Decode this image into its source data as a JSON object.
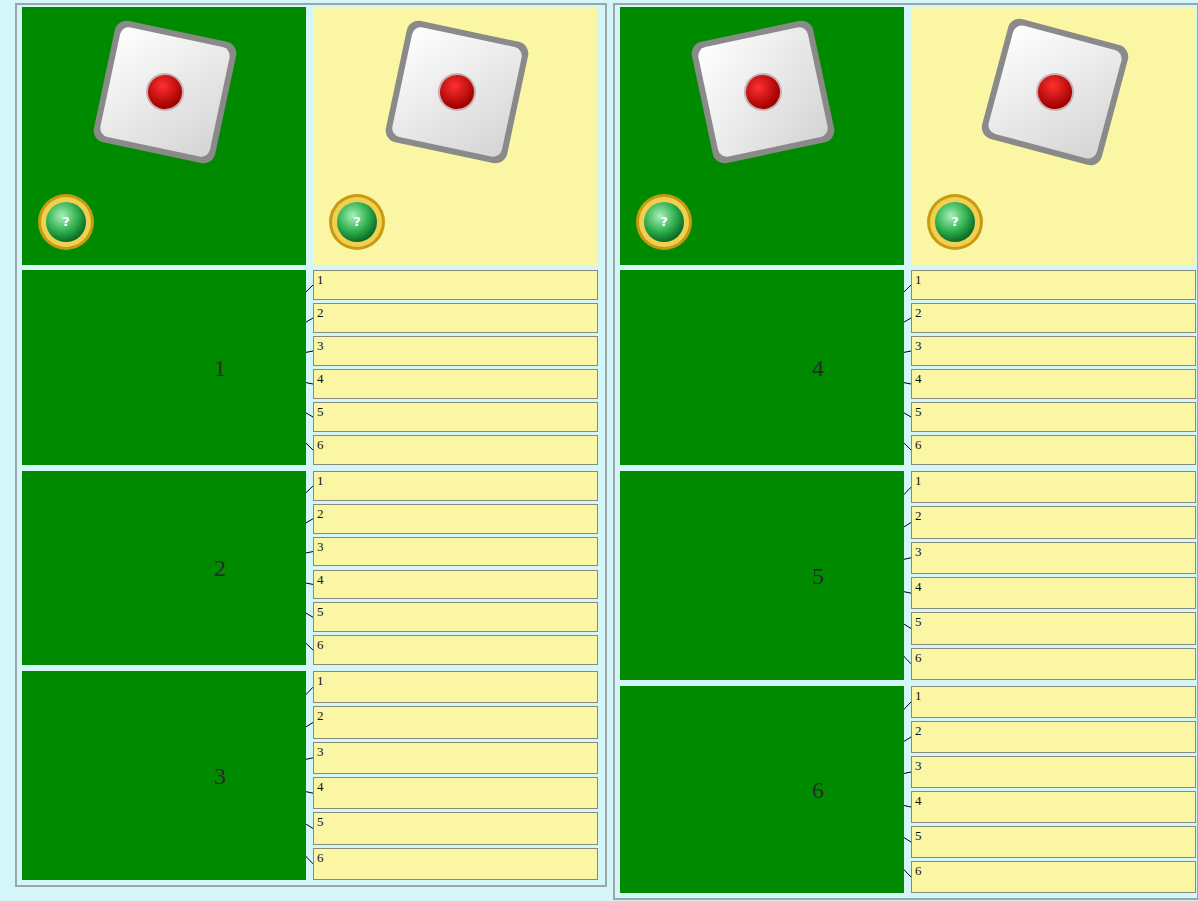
{
  "diagram": {
    "nodes": [
      {
        "text": [
          "1"
        ]
      },
      {
        "text": [
          "1"
        ]
      },
      {
        "text": [
          "2"
        ]
      },
      {
        "text": [
          "3"
        ]
      },
      {
        "text": [
          "4"
        ]
      },
      {
        "text": [
          "5"
        ]
      },
      {
        "text": [
          "6"
        ]
      },
      {
        "text": [
          "2"
        ]
      },
      {
        "text": [
          "1"
        ]
      },
      {
        "text": [
          "2"
        ]
      },
      {
        "text": [
          "3"
        ]
      },
      {
        "text": [
          "4"
        ]
      },
      {
        "text": [
          "5"
        ]
      },
      {
        "text": [
          "6"
        ]
      },
      {
        "text": [
          "3"
        ]
      },
      {
        "text": [
          "1"
        ]
      },
      {
        "text": [
          "2"
        ]
      },
      {
        "text": [
          "3"
        ]
      },
      {
        "text": [
          "4"
        ]
      },
      {
        "text": [
          "5"
        ]
      },
      {
        "text": [
          "6"
        ]
      },
      {
        "text": [
          "4"
        ]
      },
      {
        "text": [
          "1"
        ]
      },
      {
        "text": [
          "2"
        ]
      },
      {
        "text": [
          "3"
        ]
      },
      {
        "text": [
          "4"
        ]
      },
      {
        "text": [
          "5"
        ]
      },
      {
        "text": [
          "6"
        ]
      },
      {
        "text": [
          "5"
        ]
      },
      {
        "text": [
          "1"
        ]
      },
      {
        "text": [
          "2"
        ]
      },
      {
        "text": [
          "3"
        ]
      },
      {
        "text": [
          "4"
        ]
      },
      {
        "text": [
          "5"
        ]
      },
      {
        "text": [
          "6"
        ]
      },
      {
        "text": [
          "6"
        ]
      },
      {
        "text": [
          "1"
        ]
      },
      {
        "text": [
          "2"
        ]
      },
      {
        "text": [
          "3"
        ]
      },
      {
        "text": [
          "4"
        ]
      },
      {
        "text": [
          "5"
        ]
      },
      {
        "text": [
          "6"
        ]
      }
    ],
    "edges": [
      {
        "from": 0,
        "to": 1,
        "arrow": "none"
      },
      {
        "from": 0,
        "to": 2,
        "arrow": "none"
      },
      {
        "from": 0,
        "to": 3,
        "arrow": "none"
      },
      {
        "from": 0,
        "to": 4,
        "arrow": "none"
      },
      {
        "from": 0,
        "to": 5,
        "arrow": "none"
      },
      {
        "from": 0,
        "to": 6,
        "arrow": "none"
      },
      {
        "from": 7,
        "to": 8,
        "arrow": "none"
      },
      {
        "from": 7,
        "to": 9,
        "arrow": "none"
      },
      {
        "from": 7,
        "to": 10,
        "arrow": "none"
      },
      {
        "from": 7,
        "to": 11,
        "arrow": "none"
      },
      {
        "from": 7,
        "to": 12,
        "arrow": "none"
      },
      {
        "from": 7,
        "to": 13,
        "arrow": "none"
      },
      {
        "from": 14,
        "to": 15,
        "arrow": "none"
      },
      {
        "from": 14,
        "to": 16,
        "arrow": "none"
      },
      {
        "from": 14,
        "to": 17,
        "arrow": "none"
      },
      {
        "from": 14,
        "to": 18,
        "arrow": "none"
      },
      {
        "from": 14,
        "to": 19,
        "arrow": "none"
      },
      {
        "from": 14,
        "to": 20,
        "arrow": "none"
      },
      {
        "from": 21,
        "to": 22,
        "arrow": "none"
      },
      {
        "from": 21,
        "to": 23,
        "arrow": "none"
      },
      {
        "from": 21,
        "to": 24,
        "arrow": "none"
      },
      {
        "from": 21,
        "to": 25,
        "arrow": "none"
      },
      {
        "from": 21,
        "to": 26,
        "arrow": "none"
      },
      {
        "from": 21,
        "to": 27,
        "arrow": "none"
      },
      {
        "from": 28,
        "to": 29,
        "arrow": "none"
      },
      {
        "from": 28,
        "to": 30,
        "arrow": "none"
      },
      {
        "from": 28,
        "to": 31,
        "arrow": "none"
      },
      {
        "from": 28,
        "to": 32,
        "arrow": "none"
      },
      {
        "from": 28,
        "to": 33,
        "arrow": "none"
      },
      {
        "from": 28,
        "to": 34,
        "arrow": "none"
      },
      {
        "from": 35,
        "to": 36,
        "arrow": "none"
      },
      {
        "from": 35,
        "to": 37,
        "arrow": "none"
      },
      {
        "from": 35,
        "to": 38,
        "arrow": "none"
      },
      {
        "from": 35,
        "to": 39,
        "arrow": "none"
      },
      {
        "from": 35,
        "to": 40,
        "arrow": "none"
      },
      {
        "from": 35,
        "to": 41,
        "arrow": "none"
      }
    ],
    "labels": [
      "?",
      "?",
      "?",
      "?"
    ]
  }
}
